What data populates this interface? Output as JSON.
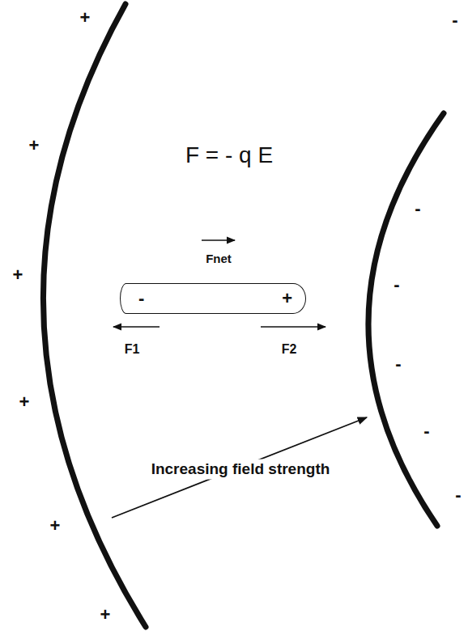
{
  "diagram": {
    "nodes": [
      {
        "text": [
          "-",
          "+"
        ]
      }
    ],
    "labels": [
      "F = - q E",
      "Fnet",
      "F1",
      "F2",
      "Increasing field strength",
      "+",
      "+",
      "+",
      "+",
      "+",
      "+",
      "-",
      "-",
      "-",
      "-",
      "-",
      "-"
    ]
  }
}
